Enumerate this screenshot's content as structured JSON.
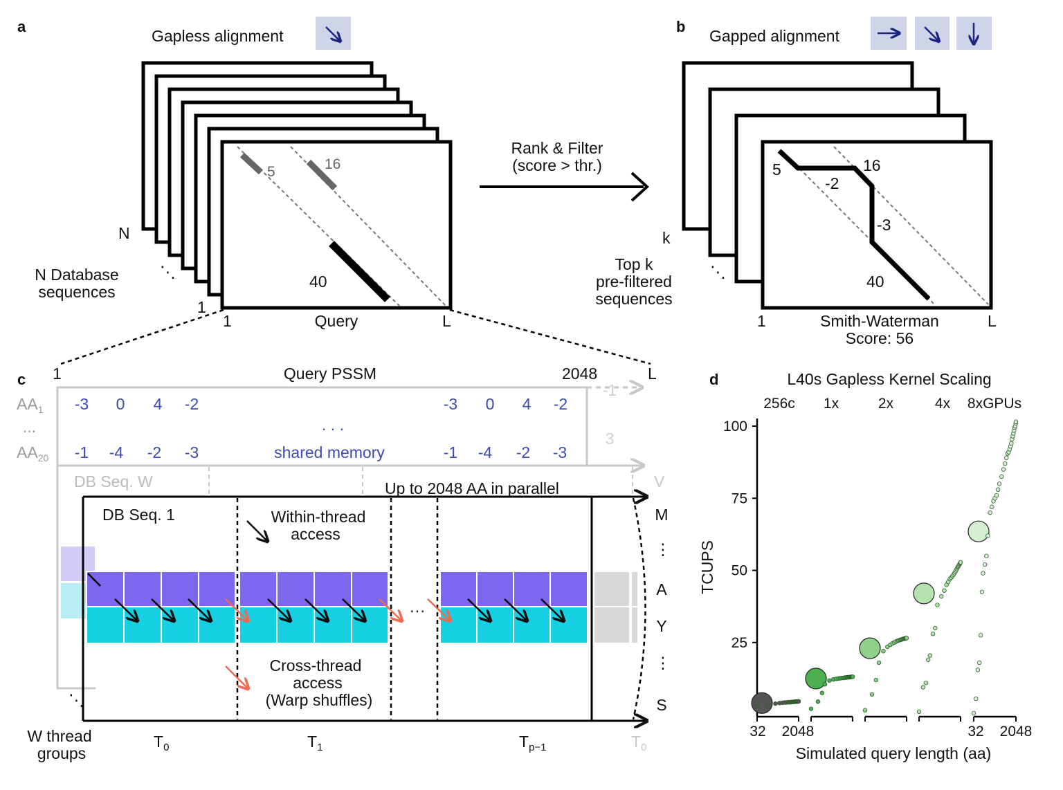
{
  "panels": {
    "a": "a",
    "b": "b",
    "c": "c",
    "d": "d"
  },
  "colors": {
    "purple": "#7b68ee",
    "cyan": "#17cfe3",
    "navy": "#1a237e",
    "icon_bg": "#cfd4e8",
    "orange": "#ee6a50",
    "pssm_blue": "#3b4bb0",
    "green_dark": "#4caf50",
    "green_light": "#e3f4df",
    "gray_dot": "#555555"
  },
  "a": {
    "title": "Gapless alignment",
    "icons": [
      "diag-arrow-icon"
    ],
    "n_label": "N",
    "db_label_1": "N Database",
    "db_label_2": "sequences",
    "ellipsis": "⋱",
    "one_y": "1",
    "one_x": "1",
    "query": "Query",
    "l": "L",
    "scores": [
      "5",
      "16",
      "40"
    ]
  },
  "middle": {
    "line1": "Rank & Filter",
    "line2": "(score > thr.)"
  },
  "b": {
    "title": "Gapped alignment",
    "icons": [
      "right-arrow-icon",
      "diag-arrow-icon",
      "down-arrow-icon"
    ],
    "k_label": "k",
    "topk_1": "Top k",
    "topk_2": "pre-filtered",
    "topk_3": "sequences",
    "ellipsis": "⋱",
    "one_x": "1",
    "l": "L",
    "sw": "Smith-Waterman",
    "score": "Score: 56",
    "path_labels": [
      "5",
      "16",
      "-2",
      "-3",
      "40"
    ]
  },
  "c": {
    "x_start": "1",
    "pssm_title": "Query PSSM",
    "x_2048": "2048",
    "x_l": "L",
    "aa1": "AA",
    "aa1_sub": "1",
    "aa_dots": "...",
    "aa20": "AA",
    "aa20_sub": "20",
    "row1_left": [
      "-3",
      "0",
      "4",
      "-2"
    ],
    "row1_right": [
      "-3",
      "0",
      "4",
      "-2"
    ],
    "row20_left": [
      "-1",
      "-4",
      "-2",
      "-3"
    ],
    "row20_right": [
      "-1",
      "-4",
      "-2",
      "-3"
    ],
    "mid_dots": ". . .",
    "shared_memory": "shared memory",
    "faded_top": "-1",
    "faded_mid": "3",
    "db_seq_w": "DB Seq. W",
    "v_label": "V",
    "parallel": "Up to 2048 AA in parallel",
    "db_seq_1": "DB Seq. 1",
    "within_1": "Within-thread",
    "within_2": "access",
    "cross_1": "Cross-thread",
    "cross_2": "access",
    "cross_3": "(Warp shuffles)",
    "right_letters": [
      "M",
      "⋮",
      "A",
      "Y",
      "⋮",
      "S"
    ],
    "between_dots": "···",
    "left_dots": "⋱",
    "w_groups_1": "W thread",
    "w_groups_2": "groups",
    "threads": [
      {
        "label": "T",
        "sub": "0"
      },
      {
        "label": "T",
        "sub": "1"
      },
      {
        "label": "T",
        "sub": "p−1"
      },
      {
        "label": "T",
        "sub": "0"
      }
    ]
  },
  "d": {
    "title": "L40s Gapless Kernel Scaling",
    "ylabel": "TCUPS",
    "xlabel": "Simulated query length (aa)",
    "x_tick_left": [
      "32",
      "2048"
    ],
    "x_tick_right": [
      "32",
      "2048"
    ]
  },
  "chart_data": {
    "type": "scatter",
    "title": "L40s Gapless Kernel Scaling",
    "xlabel": "Simulated query length (aa)",
    "ylabel": "TCUPS",
    "ylim": [
      0,
      100
    ],
    "yticks": [
      25,
      50,
      75,
      100
    ],
    "x_range": [
      32,
      2048
    ],
    "groups": [
      "256c",
      "1x",
      "2x",
      "4x",
      "8xGPUs"
    ],
    "group_means": [
      4,
      12.5,
      23,
      42,
      63.5
    ],
    "series": [
      {
        "name": "256c",
        "color": "#555555",
        "x": [
          32,
          100,
          200,
          300,
          400,
          500,
          600,
          700,
          800,
          900,
          1000,
          1100,
          1200,
          1300,
          1400,
          1500,
          1600,
          1700,
          1800,
          1900,
          2000,
          2048
        ],
        "y": [
          3.0,
          3.5,
          3.8,
          4.0,
          4.1,
          4.2,
          4.2,
          4.3,
          4.3,
          4.3,
          4.4,
          4.4,
          4.4,
          4.4,
          4.5,
          4.5,
          4.5,
          4.5,
          4.5,
          4.5,
          4.6,
          4.6
        ]
      },
      {
        "name": "1x",
        "color": "#4caf50",
        "x": [
          32,
          64,
          96,
          128,
          200,
          300,
          400,
          500,
          600,
          700,
          800,
          900,
          1000,
          1100,
          1200,
          1300,
          1400,
          1500,
          1600,
          1700,
          1800,
          1900,
          2000,
          2048
        ],
        "y": [
          2,
          4.5,
          7.5,
          10.5,
          11.8,
          12.2,
          12.4,
          12.5,
          12.6,
          12.7,
          12.7,
          12.8,
          12.8,
          12.9,
          12.9,
          12.9,
          13.0,
          13.0,
          13.0,
          13.0,
          13.1,
          13.1,
          13.1,
          13.1
        ]
      },
      {
        "name": "2x",
        "color": "#8fd08a",
        "x": [
          32,
          64,
          96,
          128,
          200,
          300,
          400,
          500,
          600,
          700,
          800,
          900,
          1000,
          1100,
          1200,
          1300,
          1400,
          1500,
          1600,
          1700,
          1800,
          1900,
          2000,
          2048
        ],
        "y": [
          1.5,
          7,
          12,
          18,
          22,
          23.5,
          24.2,
          24.7,
          25.0,
          25.3,
          25.5,
          25.7,
          25.8,
          25.9,
          26.0,
          26.1,
          26.2,
          26.3,
          26.3,
          26.4,
          26.4,
          26.5,
          26.5,
          26.5
        ]
      },
      {
        "name": "4x",
        "color": "#b6e2b0",
        "x": [
          32,
          48,
          64,
          80,
          96,
          128,
          160,
          200,
          300,
          400,
          500,
          600,
          700,
          800,
          900,
          1000,
          1100,
          1200,
          1300,
          1400,
          1500,
          1600,
          1700,
          1800,
          1900,
          2000,
          2048
        ],
        "y": [
          1,
          9.5,
          11,
          19,
          20.5,
          28,
          30,
          38,
          41,
          43,
          45,
          46,
          47,
          47.5,
          48,
          48.5,
          49,
          49.5,
          50,
          50.5,
          51,
          51.3,
          51.6,
          52,
          52.3,
          52.6,
          52.8
        ]
      },
      {
        "name": "8xGPUs",
        "color": "#d6efd2",
        "x": [
          32,
          40,
          48,
          56,
          64,
          72,
          80,
          96,
          112,
          128,
          160,
          192,
          224,
          256,
          300,
          350,
          400,
          500,
          600,
          700,
          800,
          900,
          1000,
          1100,
          1200,
          1300,
          1400,
          1500,
          1600,
          1700,
          1800,
          1900,
          2000,
          2048
        ],
        "y": [
          0.5,
          5.5,
          15.5,
          18,
          27.5,
          42.5,
          49,
          52,
          55,
          62,
          70,
          72,
          74,
          75,
          76,
          78,
          80,
          82.5,
          85,
          87,
          89,
          90.5,
          91,
          92,
          93,
          94,
          95.5,
          96.5,
          97.5,
          98.5,
          99.5,
          100,
          101,
          101.5
        ]
      }
    ]
  }
}
